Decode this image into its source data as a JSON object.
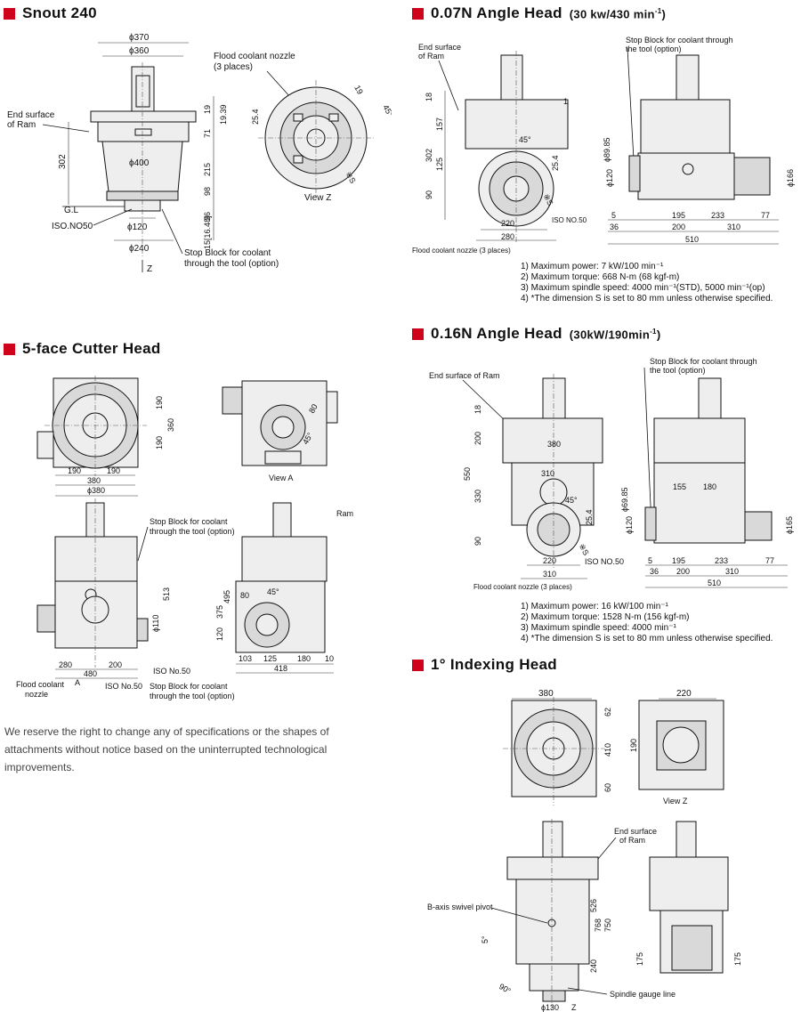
{
  "sections": {
    "snout": {
      "title": "Snout 240",
      "labels": {
        "flood_nozzle": "Flood coolant nozzle",
        "flood_nozzle_places": "(3 places)",
        "end_surface": "End surface",
        "of_ram": "of Ram",
        "gl": "G.L",
        "iso": "ISO.NO50",
        "stop_block_1": "Stop Block for coolant",
        "stop_block_2": "through the tool (option)",
        "view": "View Z",
        "z": "Z"
      },
      "dims": {
        "d370": "ϕ370",
        "d360": "ϕ360",
        "d400": "ϕ400",
        "d120": "ϕ120",
        "d240": "ϕ240",
        "h302": "302",
        "h19": "19",
        "h1939": "19.39",
        "h71": "71",
        "h215": "215",
        "h98": "98",
        "h36": "36",
        "h15": "15[16.48]",
        "v254": "25.4",
        "v19": "19",
        "v45": "45°",
        "vS": "※S"
      }
    },
    "angle007": {
      "title": "0.07N Angle Head",
      "subtitle": "(30 kw/430 min",
      "subtitle_sup": "-1",
      "subtitle_end": ")",
      "labels": {
        "end_surface": "End surface",
        "of_ram": "of Ram",
        "stop_block_1": "Stop Block for coolant through",
        "stop_block_2": "the tool (option)",
        "iso": "ISO NO.50",
        "flood_nozzle": "Flood coolant nozzle (3 places)"
      },
      "dims": {
        "h18": "18",
        "h157": "157",
        "h302": "302",
        "h125": "125",
        "h90": "90",
        "w220": "220",
        "w280": "280",
        "a45": "45°",
        "v254": "25.4",
        "v8985": "ϕ89.85",
        "v120": "ϕ120",
        "v166": "ϕ166",
        "w5": "5",
        "w195": "195",
        "w233": "233",
        "w77": "77",
        "w36": "36",
        "w200": "200",
        "w310": "310",
        "w510": "510",
        "vS": "※S",
        "v1": "1"
      },
      "specs": [
        "1) Maximum power: 7 kW/100 min⁻¹",
        "2) Maximum torque: 668 N-m (68 kgf-m)",
        "3) Maximum spindle speed: 4000 min⁻¹(STD), 5000 min⁻¹(op)",
        "4) *The dimension S is set to 80 mm unless otherwise specified."
      ]
    },
    "cutter5": {
      "title": "5-face Cutter Head",
      "labels": {
        "view_a": "View A",
        "stop_block_1": "Stop Block for coolant",
        "stop_block_2": "through the tool (option)",
        "ram": "Ram",
        "iso1": "ISO No.50",
        "flood1": "Flood coolant",
        "flood2": "nozzle",
        "iso2": "ISO No.50",
        "stop2_1": "Stop Block for coolant",
        "stop2_2": "through the tool (option)",
        "a": "A"
      },
      "dims": {
        "v190": "190",
        "v360": "360",
        "v190b": "190",
        "w190": "190",
        "w190b": "190",
        "w380": "380",
        "d380": "ϕ380",
        "v513": "513",
        "v110": "ϕ110",
        "w280": "280",
        "w200": "200",
        "w480": "480",
        "v495": "495",
        "v375": "375",
        "v120": "120",
        "w103": "103",
        "w125": "125",
        "w180": "180",
        "w10": "10",
        "w418": "418",
        "v80": "80",
        "v45": "45°",
        "v80b": "80",
        "v45b": "45°"
      }
    },
    "note": "We reserve the right to change any of specifications or the shapes of attachments without notice based on the uninterrupted technological improvements.",
    "angle016": {
      "title": "0.16N Angle Head",
      "subtitle": "(30kW/190min",
      "subtitle_sup": "-1",
      "subtitle_end": ")",
      "labels": {
        "end_surface": "End surface of Ram",
        "stop_block_1": "Stop Block for coolant through",
        "stop_block_2": "the tool (option)",
        "iso": "ISO NO.50",
        "flood_nozzle": "Flood coolant nozzle (3 places)"
      },
      "dims": {
        "h18": "18",
        "h200": "200",
        "h550": "550",
        "h330": "330",
        "h90": "90",
        "b380": "380",
        "w310": "310",
        "a45": "45°",
        "v254": "25.4",
        "vS": "※S",
        "w220": "220",
        "w310b": "310",
        "v8985": "ϕ69.85",
        "v120": "ϕ120",
        "v165": "ϕ165",
        "w155": "155",
        "w180": "180",
        "w5": "5",
        "w195": "195",
        "w233": "233",
        "w77": "77",
        "w36": "36",
        "w200": "200",
        "w310c": "310",
        "w510": "510"
      },
      "specs": [
        "1) Maximum power: 16 kW/100 min⁻¹",
        "2) Maximum torque: 1528 N-m (156 kgf-m)",
        "3) Maximum spindle speed: 4000 min⁻¹",
        "4) *The dimension S is set to 80 mm unless otherwise specified."
      ]
    },
    "indexing": {
      "title": "1° Indexing Head",
      "labels": {
        "view_z": "View Z",
        "end_surface": "End surface",
        "of_ram": "of Ram",
        "pivot": "B-axis swivel pivot",
        "gauge": "Spindle gauge line",
        "z": "Z"
      },
      "dims": {
        "w380": "380",
        "w220": "220",
        "v62": "62",
        "v410": "410",
        "v60": "60",
        "v190": "190",
        "v526": "526",
        "v768": "768",
        "v750": "750",
        "v240": "240",
        "v175": "175",
        "v175b": "175",
        "a5": "5°",
        "a90": "90°",
        "d130": "ϕ130"
      }
    }
  }
}
